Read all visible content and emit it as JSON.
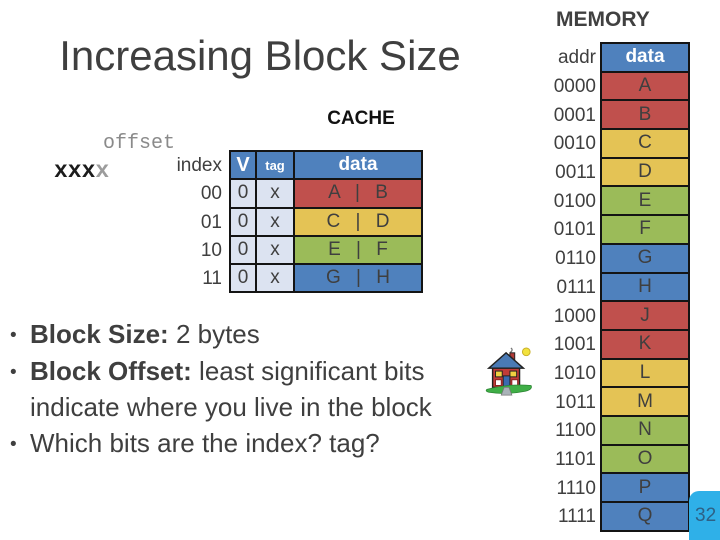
{
  "slide": {
    "title": "Increasing Block Size",
    "page_number": "32",
    "bullet_char": "•"
  },
  "memory": {
    "title": "MEMORY",
    "addr_header": "addr",
    "data_header": "data",
    "rows": [
      {
        "addr": "0000",
        "value": "A",
        "color": "red"
      },
      {
        "addr": "0001",
        "value": "B",
        "color": "red"
      },
      {
        "addr": "0010",
        "value": "C",
        "color": "yellow"
      },
      {
        "addr": "0011",
        "value": "D",
        "color": "yellow"
      },
      {
        "addr": "0100",
        "value": "E",
        "color": "green"
      },
      {
        "addr": "0101",
        "value": "F",
        "color": "green"
      },
      {
        "addr": "0110",
        "value": "G",
        "color": "blue"
      },
      {
        "addr": "0111",
        "value": "H",
        "color": "blue"
      },
      {
        "addr": "1000",
        "value": "J",
        "color": "red"
      },
      {
        "addr": "1001",
        "value": "K",
        "color": "red"
      },
      {
        "addr": "1010",
        "value": "L",
        "color": "yellow"
      },
      {
        "addr": "1011",
        "value": "M",
        "color": "yellow"
      },
      {
        "addr": "1100",
        "value": "N",
        "color": "green"
      },
      {
        "addr": "1101",
        "value": "O",
        "color": "green"
      },
      {
        "addr": "1110",
        "value": "P",
        "color": "blue"
      },
      {
        "addr": "1111",
        "value": "Q",
        "color": "blue"
      }
    ]
  },
  "cache": {
    "title": "CACHE",
    "offset_label": "offset",
    "address_bits_black": "xxx",
    "address_bits_gray": "x",
    "index_header": "index",
    "v_header": "V",
    "tag_header": "tag",
    "data_header": "data",
    "rows": [
      {
        "index": "00",
        "v": "0",
        "tag": "x",
        "data": "A | B",
        "color": "red"
      },
      {
        "index": "01",
        "v": "0",
        "tag": "x",
        "data": "C | D",
        "color": "yellow"
      },
      {
        "index": "10",
        "v": "0",
        "tag": "x",
        "data": "E | F",
        "color": "green"
      },
      {
        "index": "11",
        "v": "0",
        "tag": "x",
        "data": "G | H",
        "color": "blue"
      }
    ]
  },
  "bullets": {
    "b1_bold": "Block Size:",
    "b1_rest": " 2 bytes",
    "b2_bold": "Block Offset:",
    "b2_rest": " least significant bits",
    "b2_cont": "indicate where you live in the block",
    "b3": "Which bits are the index? tag?"
  },
  "colors": {
    "red": "#c0504d",
    "yellow": "#e4c355",
    "green": "#9bbb59",
    "blue": "#4f81bd",
    "light_cell": "#dce3f1",
    "text_dark": "#3f3f3f",
    "offset_gray": "#8a8a8a",
    "page_box_blue": "#2fb0e8"
  },
  "icons": {
    "house": "house-clipart"
  }
}
